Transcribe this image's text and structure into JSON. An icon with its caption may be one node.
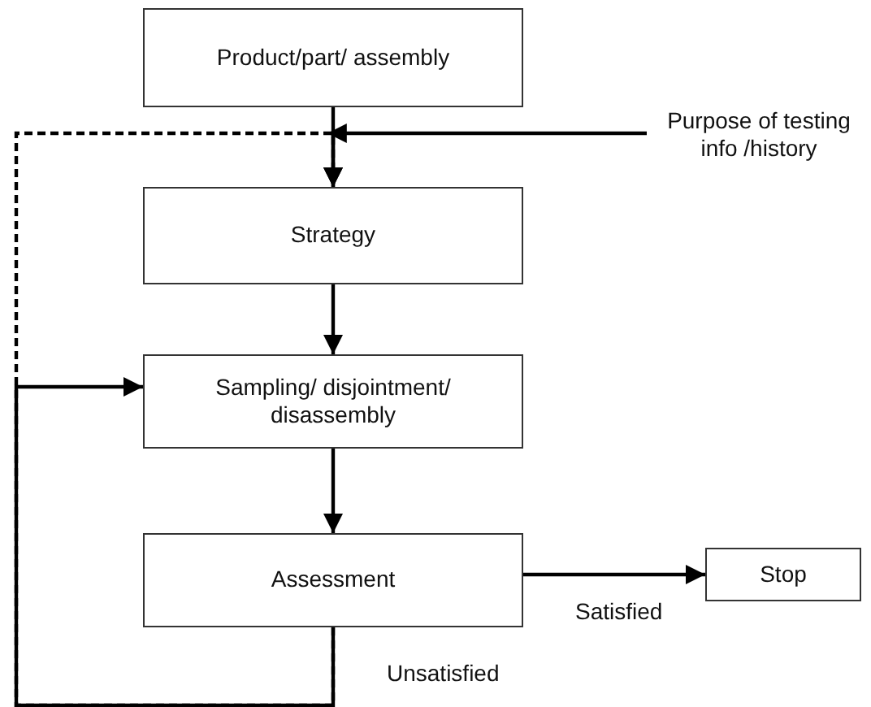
{
  "diagram": {
    "nodes": [
      {
        "text": [
          "Product/part/ assembly"
        ]
      },
      {
        "text": [
          "Purpose of testing info /history"
        ]
      },
      {
        "text": [
          "Strategy"
        ]
      },
      {
        "text": [
          "Sampling/ disjointment/ disassembly"
        ]
      },
      {
        "text": [
          "Assessment"
        ]
      },
      {
        "text": [
          "Stop"
        ]
      }
    ],
    "edges": [
      {
        "from": 0,
        "to": 2,
        "arrow": "to"
      },
      {
        "from": 1,
        "to": 2,
        "arrow": "to"
      },
      {
        "from": 2,
        "to": 3,
        "arrow": "to"
      },
      {
        "from": 3,
        "to": 4,
        "arrow": "to"
      },
      {
        "from": 4,
        "to": 5,
        "arrow": "to",
        "label": "Satisfied"
      },
      {
        "from": 4,
        "to": 3,
        "arrow": "to",
        "label": "Unsatisfied"
      },
      {
        "from": 4,
        "to": 2,
        "arrow": "to",
        "style": "dashed"
      }
    ]
  }
}
